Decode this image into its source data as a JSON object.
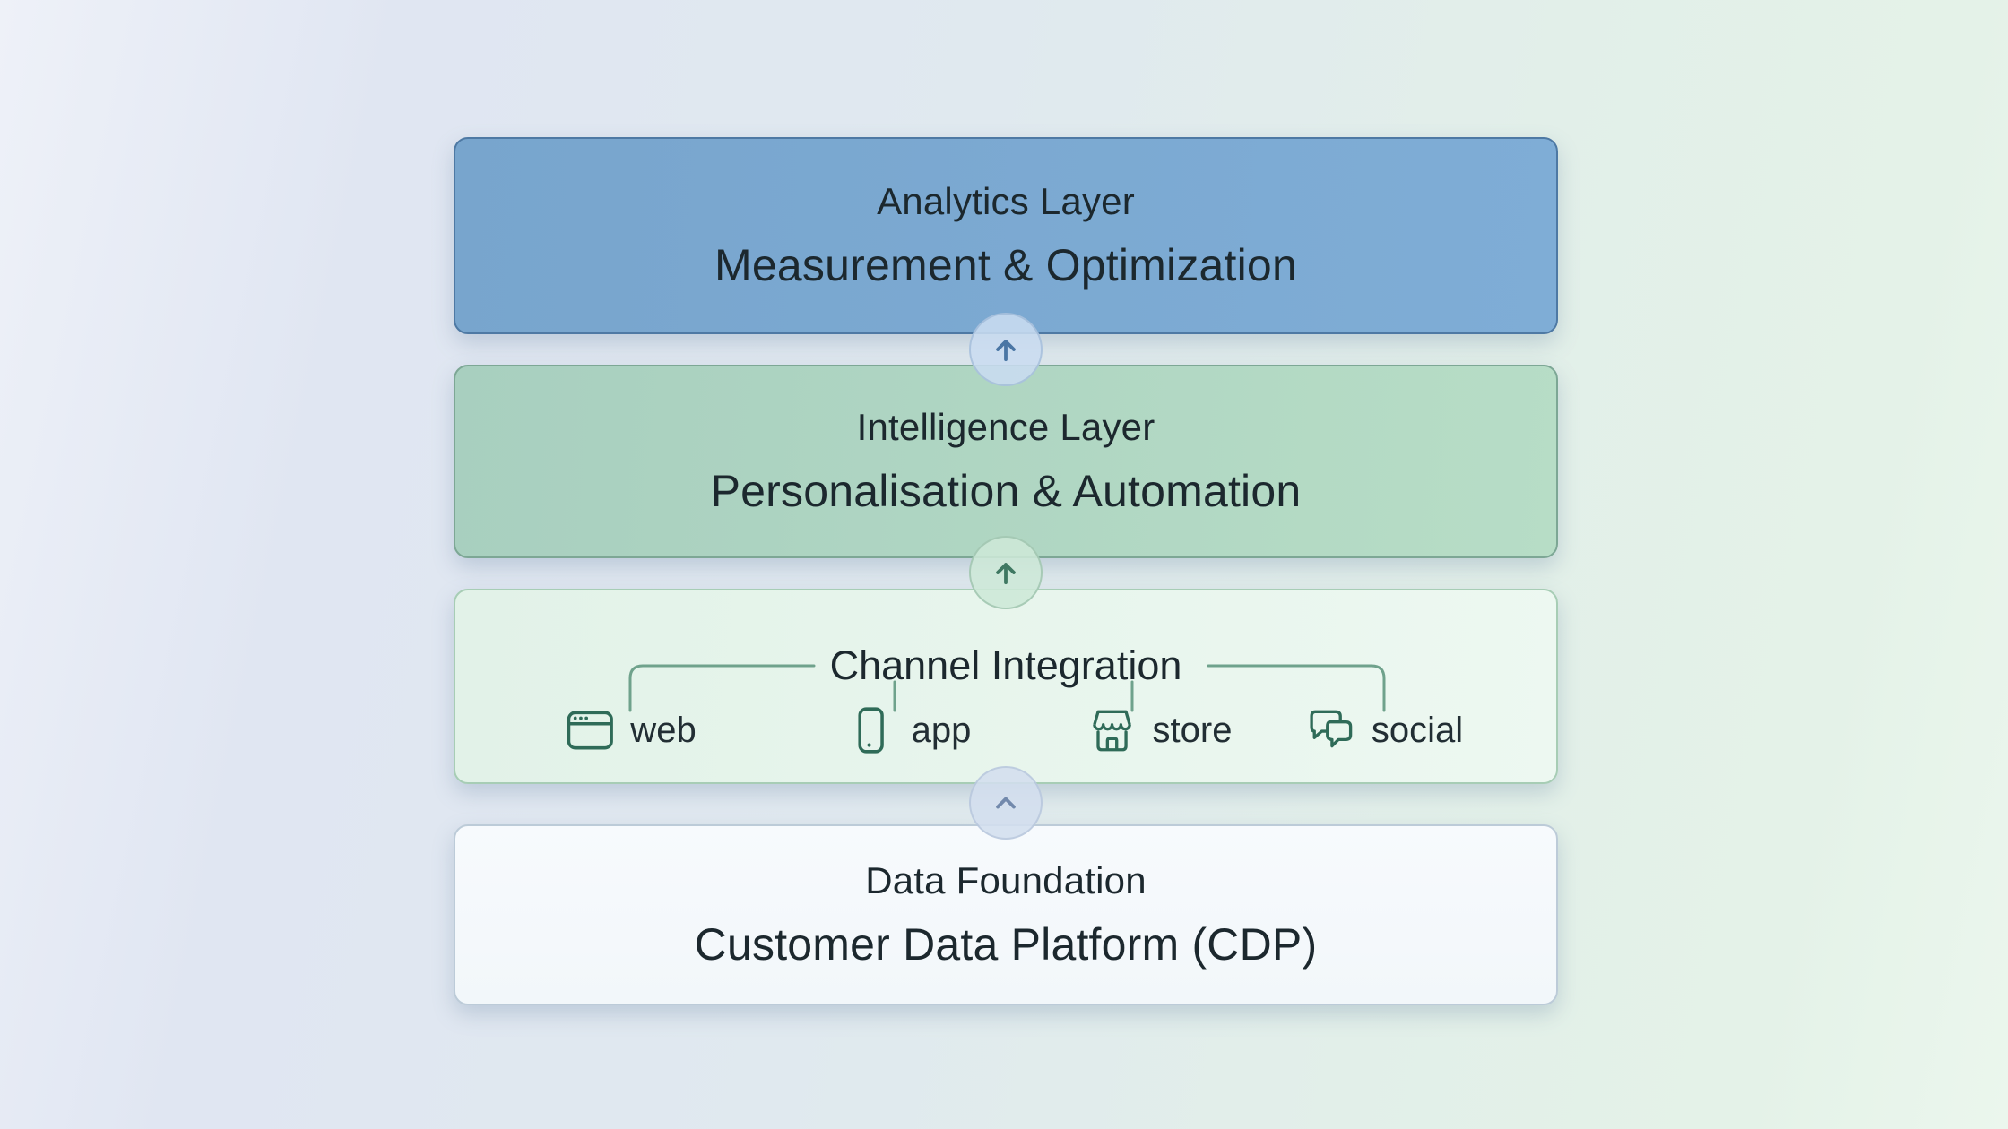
{
  "diagram": {
    "layers": [
      {
        "id": "analytics",
        "title": "Analytics Layer",
        "subtitle": "Measurement & Optimization"
      },
      {
        "id": "intelligence",
        "title": "Intelligence Layer",
        "subtitle": "Personalisation & Automation"
      },
      {
        "id": "channel",
        "title": "Channel Integration",
        "channels": [
          {
            "icon": "browser-icon",
            "label": "web"
          },
          {
            "icon": "smartphone-icon",
            "label": "app"
          },
          {
            "icon": "storefront-icon",
            "label": "store"
          },
          {
            "icon": "chat-bubbles-icon",
            "label": "social"
          }
        ]
      },
      {
        "id": "data",
        "title": "Data Foundation",
        "subtitle": "Customer Data Platform (CDP)"
      }
    ],
    "connectors": [
      {
        "from": "intelligence",
        "to": "analytics",
        "style": "arrow-up"
      },
      {
        "from": "channel",
        "to": "intelligence",
        "style": "arrow-up"
      },
      {
        "from": "data",
        "to": "channel",
        "style": "chevron-up"
      }
    ],
    "colors": {
      "analytics_fill": "#7aa8d0",
      "intelligence_fill": "#aed6c3",
      "channel_fill": "#e7f5ec",
      "data_fill": "#f6fafc",
      "icon_stroke": "#2f6b58",
      "bracket_line": "#6fa28c",
      "arrow_blue": "#4a76a4",
      "arrow_green": "#3f7862",
      "chevron_blue": "#7289ac",
      "text_dark": "#1c282e"
    }
  }
}
